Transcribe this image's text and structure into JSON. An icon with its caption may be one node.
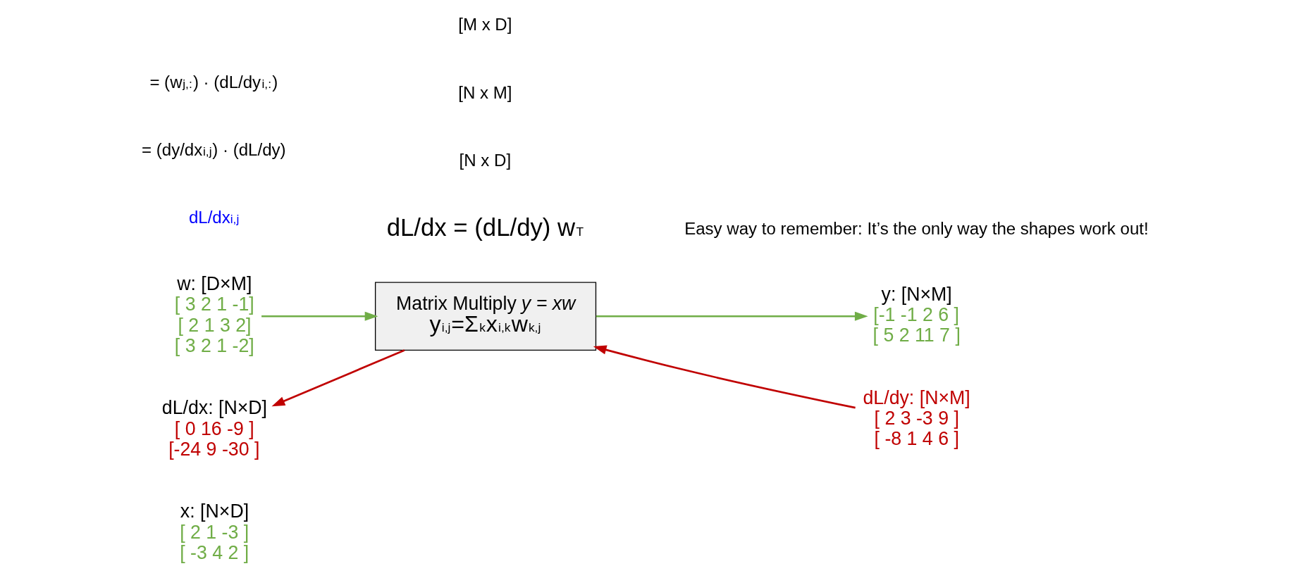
{
  "diagram": {
    "nodes": [
      {
        "text": [
          "x: [N×D]",
          "[ 2 1 -3 ]",
          "[ -3 4 2 ]"
        ]
      },
      {
        "text": [
          "w: [D×M]",
          "[ 3 2 1 -1]",
          "[ 2 1 3 2]",
          "[ 3 2 1 -2]"
        ]
      },
      {
        "text": [
          "Matrix Multiply *y = xw*",
          "y$_{i,j}$=Σ$_{k}$x$_{i,k}$w$_{k,j}$"
        ]
      },
      {
        "text": [
          "y: [N×M]",
          "[-1 -1 2 6 ]",
          "[ 5 2 11 7 ]"
        ]
      },
      {
        "text": [
          "dL/dy: [N×M]",
          "[ 2 3 -3 9 ]",
          "[ -8 1 4 6 ]"
        ]
      },
      {
        "text": [
          "dL/dx: [N×D]",
          "[ 0 16 -9 ]",
          "[-24 9 -30 ]"
        ]
      }
    ],
    "edges": [
      {
        "from": 1,
        "to": 2,
        "arrow": "to",
        "color": "#70ad47"
      },
      {
        "from": 2,
        "to": 3,
        "arrow": "to",
        "color": "#70ad47"
      },
      {
        "from": 4,
        "to": 2,
        "arrow": "to",
        "color": "#c00000"
      },
      {
        "from": 2,
        "to": 5,
        "arrow": "to",
        "color": "#c00000"
      }
    ],
    "labels": [
      "dL/dx = (dL/dy) w$^{T}$",
      "[N x D]",
      "[N x M]",
      "[M x D]",
      "Easy way to remember: It’s the only way the shapes work out!",
      "dL/dx$_{i,j}$",
      "= (dy/dx$_{i,j}$) · (dL/dy)",
      "= (w$_{j,:}$) · (dL/dy$_{i,:}$)"
    ]
  }
}
